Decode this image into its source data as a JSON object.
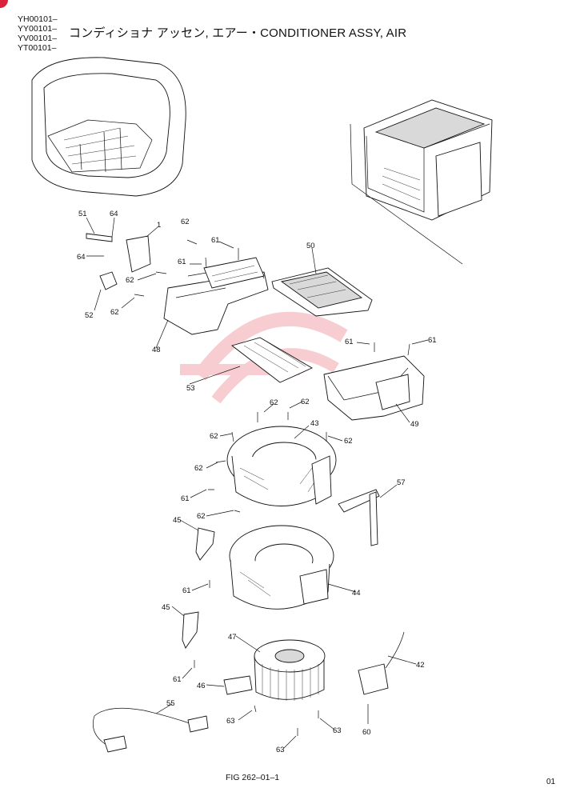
{
  "header": {
    "serials": [
      "YH00101–",
      "YY00101–",
      "YV00101–",
      "YT00101–"
    ],
    "title": "コンディショナ アッセン, エアー・CONDITIONER ASSY, AIR"
  },
  "callouts": {
    "c51": "51",
    "c64a": "64",
    "c1": "1",
    "c64b": "64",
    "c52": "52",
    "c62a": "62",
    "c62b": "62",
    "c62c": "62",
    "c48": "48",
    "c61a": "61",
    "c61b": "61",
    "c50": "50",
    "c61c": "61",
    "c61d": "61",
    "c53": "53",
    "c49": "49",
    "c62d": "62",
    "c62e": "62",
    "c43": "43",
    "c62f": "62",
    "c62g": "62",
    "c62h": "62",
    "c61e": "61",
    "c62i": "62",
    "c57": "57",
    "c45a": "45",
    "c61f": "61",
    "c44": "44",
    "c45b": "45",
    "c47": "47",
    "c61g": "61",
    "c46": "46",
    "c42": "42",
    "c55": "55",
    "c63a": "63",
    "c63b": "63",
    "c63c": "63",
    "c60": "60"
  },
  "footer": {
    "figure": "FIG 262–01–1",
    "page": "01"
  },
  "watermark": {
    "color": "#f4a6ad"
  }
}
